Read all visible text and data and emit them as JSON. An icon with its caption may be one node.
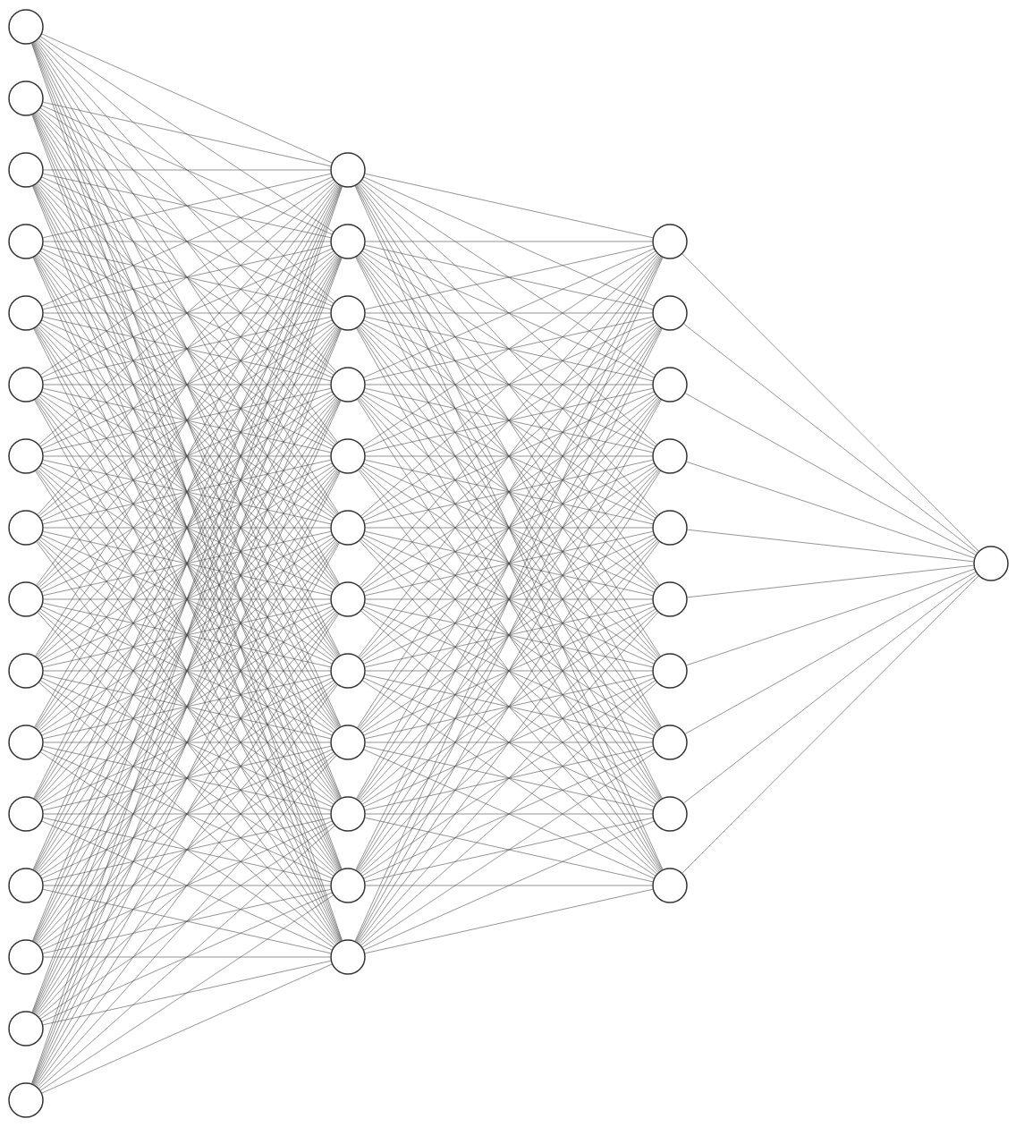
{
  "diagram": {
    "nodes": [
      {
        "text": [],
        "shape": "circle"
      },
      {
        "text": [],
        "shape": "circle"
      },
      {
        "text": [],
        "shape": "circle"
      },
      {
        "text": [],
        "shape": "circle"
      },
      {
        "text": [],
        "shape": "circle"
      },
      {
        "text": [],
        "shape": "circle"
      },
      {
        "text": [],
        "shape": "circle"
      },
      {
        "text": [],
        "shape": "circle"
      },
      {
        "text": [],
        "shape": "circle"
      },
      {
        "text": [],
        "shape": "circle"
      },
      {
        "text": [],
        "shape": "circle"
      },
      {
        "text": [],
        "shape": "circle"
      },
      {
        "text": [],
        "shape": "circle"
      },
      {
        "text": [],
        "shape": "circle"
      },
      {
        "text": [],
        "shape": "circle"
      },
      {
        "text": [],
        "shape": "circle"
      },
      {
        "text": [],
        "shape": "circle"
      },
      {
        "text": [],
        "shape": "circle"
      },
      {
        "text": [],
        "shape": "circle"
      },
      {
        "text": [],
        "shape": "circle"
      },
      {
        "text": [],
        "shape": "circle"
      },
      {
        "text": [],
        "shape": "circle"
      },
      {
        "text": [],
        "shape": "circle"
      },
      {
        "text": [],
        "shape": "circle"
      },
      {
        "text": [],
        "shape": "circle"
      },
      {
        "text": [],
        "shape": "circle"
      },
      {
        "text": [],
        "shape": "circle"
      },
      {
        "text": [],
        "shape": "circle"
      },
      {
        "text": [],
        "shape": "circle"
      },
      {
        "text": [],
        "shape": "circle"
      },
      {
        "text": [],
        "shape": "circle"
      },
      {
        "text": [],
        "shape": "circle"
      },
      {
        "text": [],
        "shape": "circle"
      },
      {
        "text": [],
        "shape": "circle"
      },
      {
        "text": [],
        "shape": "circle"
      },
      {
        "text": [],
        "shape": "circle"
      },
      {
        "text": [],
        "shape": "circle"
      },
      {
        "text": [],
        "shape": "circle"
      },
      {
        "text": [],
        "shape": "circle"
      }
    ],
    "edges": [
      {
        "from": 0,
        "to": 16,
        "arrow": "none"
      },
      {
        "from": 0,
        "to": 17,
        "arrow": "none"
      },
      {
        "from": 0,
        "to": 18,
        "arrow": "none"
      },
      {
        "from": 0,
        "to": 19,
        "arrow": "none"
      },
      {
        "from": 0,
        "to": 20,
        "arrow": "none"
      },
      {
        "from": 0,
        "to": 21,
        "arrow": "none"
      },
      {
        "from": 0,
        "to": 22,
        "arrow": "none"
      },
      {
        "from": 0,
        "to": 23,
        "arrow": "none"
      },
      {
        "from": 0,
        "to": 24,
        "arrow": "none"
      },
      {
        "from": 0,
        "to": 25,
        "arrow": "none"
      },
      {
        "from": 0,
        "to": 26,
        "arrow": "none"
      },
      {
        "from": 0,
        "to": 27,
        "arrow": "none"
      },
      {
        "from": 1,
        "to": 16,
        "arrow": "none"
      },
      {
        "from": 1,
        "to": 17,
        "arrow": "none"
      },
      {
        "from": 1,
        "to": 18,
        "arrow": "none"
      },
      {
        "from": 1,
        "to": 19,
        "arrow": "none"
      },
      {
        "from": 1,
        "to": 20,
        "arrow": "none"
      },
      {
        "from": 1,
        "to": 21,
        "arrow": "none"
      },
      {
        "from": 1,
        "to": 22,
        "arrow": "none"
      },
      {
        "from": 1,
        "to": 23,
        "arrow": "none"
      },
      {
        "from": 1,
        "to": 24,
        "arrow": "none"
      },
      {
        "from": 1,
        "to": 25,
        "arrow": "none"
      },
      {
        "from": 1,
        "to": 26,
        "arrow": "none"
      },
      {
        "from": 1,
        "to": 27,
        "arrow": "none"
      },
      {
        "from": 2,
        "to": 16,
        "arrow": "none"
      },
      {
        "from": 2,
        "to": 17,
        "arrow": "none"
      },
      {
        "from": 2,
        "to": 18,
        "arrow": "none"
      },
      {
        "from": 2,
        "to": 19,
        "arrow": "none"
      },
      {
        "from": 2,
        "to": 20,
        "arrow": "none"
      },
      {
        "from": 2,
        "to": 21,
        "arrow": "none"
      },
      {
        "from": 2,
        "to": 22,
        "arrow": "none"
      },
      {
        "from": 2,
        "to": 23,
        "arrow": "none"
      },
      {
        "from": 2,
        "to": 24,
        "arrow": "none"
      },
      {
        "from": 2,
        "to": 25,
        "arrow": "none"
      },
      {
        "from": 2,
        "to": 26,
        "arrow": "none"
      },
      {
        "from": 2,
        "to": 27,
        "arrow": "none"
      },
      {
        "from": 3,
        "to": 16,
        "arrow": "none"
      },
      {
        "from": 3,
        "to": 17,
        "arrow": "none"
      },
      {
        "from": 3,
        "to": 18,
        "arrow": "none"
      },
      {
        "from": 3,
        "to": 19,
        "arrow": "none"
      },
      {
        "from": 3,
        "to": 20,
        "arrow": "none"
      },
      {
        "from": 3,
        "to": 21,
        "arrow": "none"
      },
      {
        "from": 3,
        "to": 22,
        "arrow": "none"
      },
      {
        "from": 3,
        "to": 23,
        "arrow": "none"
      },
      {
        "from": 3,
        "to": 24,
        "arrow": "none"
      },
      {
        "from": 3,
        "to": 25,
        "arrow": "none"
      },
      {
        "from": 3,
        "to": 26,
        "arrow": "none"
      },
      {
        "from": 3,
        "to": 27,
        "arrow": "none"
      },
      {
        "from": 4,
        "to": 16,
        "arrow": "none"
      },
      {
        "from": 4,
        "to": 17,
        "arrow": "none"
      },
      {
        "from": 4,
        "to": 18,
        "arrow": "none"
      },
      {
        "from": 4,
        "to": 19,
        "arrow": "none"
      },
      {
        "from": 4,
        "to": 20,
        "arrow": "none"
      },
      {
        "from": 4,
        "to": 21,
        "arrow": "none"
      },
      {
        "from": 4,
        "to": 22,
        "arrow": "none"
      },
      {
        "from": 4,
        "to": 23,
        "arrow": "none"
      },
      {
        "from": 4,
        "to": 24,
        "arrow": "none"
      },
      {
        "from": 4,
        "to": 25,
        "arrow": "none"
      },
      {
        "from": 4,
        "to": 26,
        "arrow": "none"
      },
      {
        "from": 4,
        "to": 27,
        "arrow": "none"
      },
      {
        "from": 5,
        "to": 16,
        "arrow": "none"
      },
      {
        "from": 5,
        "to": 17,
        "arrow": "none"
      },
      {
        "from": 5,
        "to": 18,
        "arrow": "none"
      },
      {
        "from": 5,
        "to": 19,
        "arrow": "none"
      },
      {
        "from": 5,
        "to": 20,
        "arrow": "none"
      },
      {
        "from": 5,
        "to": 21,
        "arrow": "none"
      },
      {
        "from": 5,
        "to": 22,
        "arrow": "none"
      },
      {
        "from": 5,
        "to": 23,
        "arrow": "none"
      },
      {
        "from": 5,
        "to": 24,
        "arrow": "none"
      },
      {
        "from": 5,
        "to": 25,
        "arrow": "none"
      },
      {
        "from": 5,
        "to": 26,
        "arrow": "none"
      },
      {
        "from": 5,
        "to": 27,
        "arrow": "none"
      },
      {
        "from": 6,
        "to": 16,
        "arrow": "none"
      },
      {
        "from": 6,
        "to": 17,
        "arrow": "none"
      },
      {
        "from": 6,
        "to": 18,
        "arrow": "none"
      },
      {
        "from": 6,
        "to": 19,
        "arrow": "none"
      },
      {
        "from": 6,
        "to": 20,
        "arrow": "none"
      },
      {
        "from": 6,
        "to": 21,
        "arrow": "none"
      },
      {
        "from": 6,
        "to": 22,
        "arrow": "none"
      },
      {
        "from": 6,
        "to": 23,
        "arrow": "none"
      },
      {
        "from": 6,
        "to": 24,
        "arrow": "none"
      },
      {
        "from": 6,
        "to": 25,
        "arrow": "none"
      },
      {
        "from": 6,
        "to": 26,
        "arrow": "none"
      },
      {
        "from": 6,
        "to": 27,
        "arrow": "none"
      },
      {
        "from": 7,
        "to": 16,
        "arrow": "none"
      },
      {
        "from": 7,
        "to": 17,
        "arrow": "none"
      },
      {
        "from": 7,
        "to": 18,
        "arrow": "none"
      },
      {
        "from": 7,
        "to": 19,
        "arrow": "none"
      },
      {
        "from": 7,
        "to": 20,
        "arrow": "none"
      },
      {
        "from": 7,
        "to": 21,
        "arrow": "none"
      },
      {
        "from": 7,
        "to": 22,
        "arrow": "none"
      },
      {
        "from": 7,
        "to": 23,
        "arrow": "none"
      },
      {
        "from": 7,
        "to": 24,
        "arrow": "none"
      },
      {
        "from": 7,
        "to": 25,
        "arrow": "none"
      },
      {
        "from": 7,
        "to": 26,
        "arrow": "none"
      },
      {
        "from": 7,
        "to": 27,
        "arrow": "none"
      },
      {
        "from": 8,
        "to": 16,
        "arrow": "none"
      },
      {
        "from": 8,
        "to": 17,
        "arrow": "none"
      },
      {
        "from": 8,
        "to": 18,
        "arrow": "none"
      },
      {
        "from": 8,
        "to": 19,
        "arrow": "none"
      },
      {
        "from": 8,
        "to": 20,
        "arrow": "none"
      },
      {
        "from": 8,
        "to": 21,
        "arrow": "none"
      },
      {
        "from": 8,
        "to": 22,
        "arrow": "none"
      },
      {
        "from": 8,
        "to": 23,
        "arrow": "none"
      },
      {
        "from": 8,
        "to": 24,
        "arrow": "none"
      },
      {
        "from": 8,
        "to": 25,
        "arrow": "none"
      },
      {
        "from": 8,
        "to": 26,
        "arrow": "none"
      },
      {
        "from": 8,
        "to": 27,
        "arrow": "none"
      },
      {
        "from": 9,
        "to": 16,
        "arrow": "none"
      },
      {
        "from": 9,
        "to": 17,
        "arrow": "none"
      },
      {
        "from": 9,
        "to": 18,
        "arrow": "none"
      },
      {
        "from": 9,
        "to": 19,
        "arrow": "none"
      },
      {
        "from": 9,
        "to": 20,
        "arrow": "none"
      },
      {
        "from": 9,
        "to": 21,
        "arrow": "none"
      },
      {
        "from": 9,
        "to": 22,
        "arrow": "none"
      },
      {
        "from": 9,
        "to": 23,
        "arrow": "none"
      },
      {
        "from": 9,
        "to": 24,
        "arrow": "none"
      },
      {
        "from": 9,
        "to": 25,
        "arrow": "none"
      },
      {
        "from": 9,
        "to": 26,
        "arrow": "none"
      },
      {
        "from": 9,
        "to": 27,
        "arrow": "none"
      },
      {
        "from": 10,
        "to": 16,
        "arrow": "none"
      },
      {
        "from": 10,
        "to": 17,
        "arrow": "none"
      },
      {
        "from": 10,
        "to": 18,
        "arrow": "none"
      },
      {
        "from": 10,
        "to": 19,
        "arrow": "none"
      },
      {
        "from": 10,
        "to": 20,
        "arrow": "none"
      },
      {
        "from": 10,
        "to": 21,
        "arrow": "none"
      },
      {
        "from": 10,
        "to": 22,
        "arrow": "none"
      },
      {
        "from": 10,
        "to": 23,
        "arrow": "none"
      },
      {
        "from": 10,
        "to": 24,
        "arrow": "none"
      },
      {
        "from": 10,
        "to": 25,
        "arrow": "none"
      },
      {
        "from": 10,
        "to": 26,
        "arrow": "none"
      },
      {
        "from": 10,
        "to": 27,
        "arrow": "none"
      },
      {
        "from": 11,
        "to": 16,
        "arrow": "none"
      },
      {
        "from": 11,
        "to": 17,
        "arrow": "none"
      },
      {
        "from": 11,
        "to": 18,
        "arrow": "none"
      },
      {
        "from": 11,
        "to": 19,
        "arrow": "none"
      },
      {
        "from": 11,
        "to": 20,
        "arrow": "none"
      },
      {
        "from": 11,
        "to": 21,
        "arrow": "none"
      },
      {
        "from": 11,
        "to": 22,
        "arrow": "none"
      },
      {
        "from": 11,
        "to": 23,
        "arrow": "none"
      },
      {
        "from": 11,
        "to": 24,
        "arrow": "none"
      },
      {
        "from": 11,
        "to": 25,
        "arrow": "none"
      },
      {
        "from": 11,
        "to": 26,
        "arrow": "none"
      },
      {
        "from": 11,
        "to": 27,
        "arrow": "none"
      },
      {
        "from": 12,
        "to": 16,
        "arrow": "none"
      },
      {
        "from": 12,
        "to": 17,
        "arrow": "none"
      },
      {
        "from": 12,
        "to": 18,
        "arrow": "none"
      },
      {
        "from": 12,
        "to": 19,
        "arrow": "none"
      },
      {
        "from": 12,
        "to": 20,
        "arrow": "none"
      },
      {
        "from": 12,
        "to": 21,
        "arrow": "none"
      },
      {
        "from": 12,
        "to": 22,
        "arrow": "none"
      },
      {
        "from": 12,
        "to": 23,
        "arrow": "none"
      },
      {
        "from": 12,
        "to": 24,
        "arrow": "none"
      },
      {
        "from": 12,
        "to": 25,
        "arrow": "none"
      },
      {
        "from": 12,
        "to": 26,
        "arrow": "none"
      },
      {
        "from": 12,
        "to": 27,
        "arrow": "none"
      },
      {
        "from": 13,
        "to": 16,
        "arrow": "none"
      },
      {
        "from": 13,
        "to": 17,
        "arrow": "none"
      },
      {
        "from": 13,
        "to": 18,
        "arrow": "none"
      },
      {
        "from": 13,
        "to": 19,
        "arrow": "none"
      },
      {
        "from": 13,
        "to": 20,
        "arrow": "none"
      },
      {
        "from": 13,
        "to": 21,
        "arrow": "none"
      },
      {
        "from": 13,
        "to": 22,
        "arrow": "none"
      },
      {
        "from": 13,
        "to": 23,
        "arrow": "none"
      },
      {
        "from": 13,
        "to": 24,
        "arrow": "none"
      },
      {
        "from": 13,
        "to": 25,
        "arrow": "none"
      },
      {
        "from": 13,
        "to": 26,
        "arrow": "none"
      },
      {
        "from": 13,
        "to": 27,
        "arrow": "none"
      },
      {
        "from": 14,
        "to": 16,
        "arrow": "none"
      },
      {
        "from": 14,
        "to": 17,
        "arrow": "none"
      },
      {
        "from": 14,
        "to": 18,
        "arrow": "none"
      },
      {
        "from": 14,
        "to": 19,
        "arrow": "none"
      },
      {
        "from": 14,
        "to": 20,
        "arrow": "none"
      },
      {
        "from": 14,
        "to": 21,
        "arrow": "none"
      },
      {
        "from": 14,
        "to": 22,
        "arrow": "none"
      },
      {
        "from": 14,
        "to": 23,
        "arrow": "none"
      },
      {
        "from": 14,
        "to": 24,
        "arrow": "none"
      },
      {
        "from": 14,
        "to": 25,
        "arrow": "none"
      },
      {
        "from": 14,
        "to": 26,
        "arrow": "none"
      },
      {
        "from": 14,
        "to": 27,
        "arrow": "none"
      },
      {
        "from": 15,
        "to": 16,
        "arrow": "none"
      },
      {
        "from": 15,
        "to": 17,
        "arrow": "none"
      },
      {
        "from": 15,
        "to": 18,
        "arrow": "none"
      },
      {
        "from": 15,
        "to": 19,
        "arrow": "none"
      },
      {
        "from": 15,
        "to": 20,
        "arrow": "none"
      },
      {
        "from": 15,
        "to": 21,
        "arrow": "none"
      },
      {
        "from": 15,
        "to": 22,
        "arrow": "none"
      },
      {
        "from": 15,
        "to": 23,
        "arrow": "none"
      },
      {
        "from": 15,
        "to": 24,
        "arrow": "none"
      },
      {
        "from": 15,
        "to": 25,
        "arrow": "none"
      },
      {
        "from": 15,
        "to": 26,
        "arrow": "none"
      },
      {
        "from": 15,
        "to": 27,
        "arrow": "none"
      },
      {
        "from": 16,
        "to": 28,
        "arrow": "none"
      },
      {
        "from": 16,
        "to": 29,
        "arrow": "none"
      },
      {
        "from": 16,
        "to": 30,
        "arrow": "none"
      },
      {
        "from": 16,
        "to": 31,
        "arrow": "none"
      },
      {
        "from": 16,
        "to": 32,
        "arrow": "none"
      },
      {
        "from": 16,
        "to": 33,
        "arrow": "none"
      },
      {
        "from": 16,
        "to": 34,
        "arrow": "none"
      },
      {
        "from": 16,
        "to": 35,
        "arrow": "none"
      },
      {
        "from": 16,
        "to": 36,
        "arrow": "none"
      },
      {
        "from": 16,
        "to": 37,
        "arrow": "none"
      },
      {
        "from": 17,
        "to": 28,
        "arrow": "none"
      },
      {
        "from": 17,
        "to": 29,
        "arrow": "none"
      },
      {
        "from": 17,
        "to": 30,
        "arrow": "none"
      },
      {
        "from": 17,
        "to": 31,
        "arrow": "none"
      },
      {
        "from": 17,
        "to": 32,
        "arrow": "none"
      },
      {
        "from": 17,
        "to": 33,
        "arrow": "none"
      },
      {
        "from": 17,
        "to": 34,
        "arrow": "none"
      },
      {
        "from": 17,
        "to": 35,
        "arrow": "none"
      },
      {
        "from": 17,
        "to": 36,
        "arrow": "none"
      },
      {
        "from": 17,
        "to": 37,
        "arrow": "none"
      },
      {
        "from": 18,
        "to": 28,
        "arrow": "none"
      },
      {
        "from": 18,
        "to": 29,
        "arrow": "none"
      },
      {
        "from": 18,
        "to": 30,
        "arrow": "none"
      },
      {
        "from": 18,
        "to": 31,
        "arrow": "none"
      },
      {
        "from": 18,
        "to": 32,
        "arrow": "none"
      },
      {
        "from": 18,
        "to": 33,
        "arrow": "none"
      },
      {
        "from": 18,
        "to": 34,
        "arrow": "none"
      },
      {
        "from": 18,
        "to": 35,
        "arrow": "none"
      },
      {
        "from": 18,
        "to": 36,
        "arrow": "none"
      },
      {
        "from": 18,
        "to": 37,
        "arrow": "none"
      },
      {
        "from": 19,
        "to": 28,
        "arrow": "none"
      },
      {
        "from": 19,
        "to": 29,
        "arrow": "none"
      },
      {
        "from": 19,
        "to": 30,
        "arrow": "none"
      },
      {
        "from": 19,
        "to": 31,
        "arrow": "none"
      },
      {
        "from": 19,
        "to": 32,
        "arrow": "none"
      },
      {
        "from": 19,
        "to": 33,
        "arrow": "none"
      },
      {
        "from": 19,
        "to": 34,
        "arrow": "none"
      },
      {
        "from": 19,
        "to": 35,
        "arrow": "none"
      },
      {
        "from": 19,
        "to": 36,
        "arrow": "none"
      },
      {
        "from": 19,
        "to": 37,
        "arrow": "none"
      },
      {
        "from": 20,
        "to": 28,
        "arrow": "none"
      },
      {
        "from": 20,
        "to": 29,
        "arrow": "none"
      },
      {
        "from": 20,
        "to": 30,
        "arrow": "none"
      },
      {
        "from": 20,
        "to": 31,
        "arrow": "none"
      },
      {
        "from": 20,
        "to": 32,
        "arrow": "none"
      },
      {
        "from": 20,
        "to": 33,
        "arrow": "none"
      },
      {
        "from": 20,
        "to": 34,
        "arrow": "none"
      },
      {
        "from": 20,
        "to": 35,
        "arrow": "none"
      },
      {
        "from": 20,
        "to": 36,
        "arrow": "none"
      },
      {
        "from": 20,
        "to": 37,
        "arrow": "none"
      },
      {
        "from": 21,
        "to": 28,
        "arrow": "none"
      },
      {
        "from": 21,
        "to": 29,
        "arrow": "none"
      },
      {
        "from": 21,
        "to": 30,
        "arrow": "none"
      },
      {
        "from": 21,
        "to": 31,
        "arrow": "none"
      },
      {
        "from": 21,
        "to": 32,
        "arrow": "none"
      },
      {
        "from": 21,
        "to": 33,
        "arrow": "none"
      },
      {
        "from": 21,
        "to": 34,
        "arrow": "none"
      },
      {
        "from": 21,
        "to": 35,
        "arrow": "none"
      },
      {
        "from": 21,
        "to": 36,
        "arrow": "none"
      },
      {
        "from": 21,
        "to": 37,
        "arrow": "none"
      },
      {
        "from": 22,
        "to": 28,
        "arrow": "none"
      },
      {
        "from": 22,
        "to": 29,
        "arrow": "none"
      },
      {
        "from": 22,
        "to": 30,
        "arrow": "none"
      },
      {
        "from": 22,
        "to": 31,
        "arrow": "none"
      },
      {
        "from": 22,
        "to": 32,
        "arrow": "none"
      },
      {
        "from": 22,
        "to": 33,
        "arrow": "none"
      },
      {
        "from": 22,
        "to": 34,
        "arrow": "none"
      },
      {
        "from": 22,
        "to": 35,
        "arrow": "none"
      },
      {
        "from": 22,
        "to": 36,
        "arrow": "none"
      },
      {
        "from": 22,
        "to": 37,
        "arrow": "none"
      },
      {
        "from": 23,
        "to": 28,
        "arrow": "none"
      },
      {
        "from": 23,
        "to": 29,
        "arrow": "none"
      },
      {
        "from": 23,
        "to": 30,
        "arrow": "none"
      },
      {
        "from": 23,
        "to": 31,
        "arrow": "none"
      },
      {
        "from": 23,
        "to": 32,
        "arrow": "none"
      },
      {
        "from": 23,
        "to": 33,
        "arrow": "none"
      },
      {
        "from": 23,
        "to": 34,
        "arrow": "none"
      },
      {
        "from": 23,
        "to": 35,
        "arrow": "none"
      },
      {
        "from": 23,
        "to": 36,
        "arrow": "none"
      },
      {
        "from": 23,
        "to": 37,
        "arrow": "none"
      },
      {
        "from": 24,
        "to": 28,
        "arrow": "none"
      },
      {
        "from": 24,
        "to": 29,
        "arrow": "none"
      },
      {
        "from": 24,
        "to": 30,
        "arrow": "none"
      },
      {
        "from": 24,
        "to": 31,
        "arrow": "none"
      },
      {
        "from": 24,
        "to": 32,
        "arrow": "none"
      },
      {
        "from": 24,
        "to": 33,
        "arrow": "none"
      },
      {
        "from": 24,
        "to": 34,
        "arrow": "none"
      },
      {
        "from": 24,
        "to": 35,
        "arrow": "none"
      },
      {
        "from": 24,
        "to": 36,
        "arrow": "none"
      },
      {
        "from": 24,
        "to": 37,
        "arrow": "none"
      },
      {
        "from": 25,
        "to": 28,
        "arrow": "none"
      },
      {
        "from": 25,
        "to": 29,
        "arrow": "none"
      },
      {
        "from": 25,
        "to": 30,
        "arrow": "none"
      },
      {
        "from": 25,
        "to": 31,
        "arrow": "none"
      },
      {
        "from": 25,
        "to": 32,
        "arrow": "none"
      },
      {
        "from": 25,
        "to": 33,
        "arrow": "none"
      },
      {
        "from": 25,
        "to": 34,
        "arrow": "none"
      },
      {
        "from": 25,
        "to": 35,
        "arrow": "none"
      },
      {
        "from": 25,
        "to": 36,
        "arrow": "none"
      },
      {
        "from": 25,
        "to": 37,
        "arrow": "none"
      },
      {
        "from": 26,
        "to": 28,
        "arrow": "none"
      },
      {
        "from": 26,
        "to": 29,
        "arrow": "none"
      },
      {
        "from": 26,
        "to": 30,
        "arrow": "none"
      },
      {
        "from": 26,
        "to": 31,
        "arrow": "none"
      },
      {
        "from": 26,
        "to": 32,
        "arrow": "none"
      },
      {
        "from": 26,
        "to": 33,
        "arrow": "none"
      },
      {
        "from": 26,
        "to": 34,
        "arrow": "none"
      },
      {
        "from": 26,
        "to": 35,
        "arrow": "none"
      },
      {
        "from": 26,
        "to": 36,
        "arrow": "none"
      },
      {
        "from": 26,
        "to": 37,
        "arrow": "none"
      },
      {
        "from": 27,
        "to": 28,
        "arrow": "none"
      },
      {
        "from": 27,
        "to": 29,
        "arrow": "none"
      },
      {
        "from": 27,
        "to": 30,
        "arrow": "none"
      },
      {
        "from": 27,
        "to": 31,
        "arrow": "none"
      },
      {
        "from": 27,
        "to": 32,
        "arrow": "none"
      },
      {
        "from": 27,
        "to": 33,
        "arrow": "none"
      },
      {
        "from": 27,
        "to": 34,
        "arrow": "none"
      },
      {
        "from": 27,
        "to": 35,
        "arrow": "none"
      },
      {
        "from": 27,
        "to": 36,
        "arrow": "none"
      },
      {
        "from": 27,
        "to": 37,
        "arrow": "none"
      },
      {
        "from": 28,
        "to": 38,
        "arrow": "none"
      },
      {
        "from": 29,
        "to": 38,
        "arrow": "none"
      },
      {
        "from": 30,
        "to": 38,
        "arrow": "none"
      },
      {
        "from": 31,
        "to": 38,
        "arrow": "none"
      },
      {
        "from": 32,
        "to": 38,
        "arrow": "none"
      },
      {
        "from": 33,
        "to": 38,
        "arrow": "none"
      },
      {
        "from": 34,
        "to": 38,
        "arrow": "none"
      },
      {
        "from": 35,
        "to": 38,
        "arrow": "none"
      },
      {
        "from": 36,
        "to": 38,
        "arrow": "none"
      },
      {
        "from": 37,
        "to": 38,
        "arrow": "none"
      }
    ]
  }
}
